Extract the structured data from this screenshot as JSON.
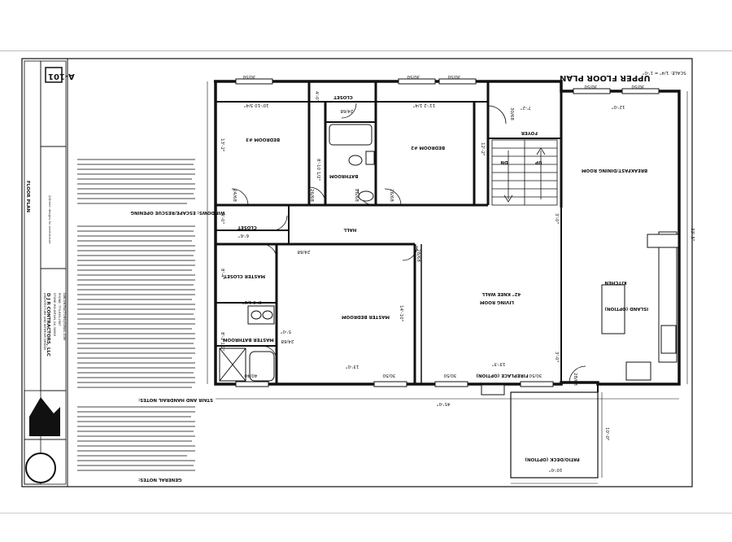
{
  "sheet": {
    "title": "UPPER FLOOR PLAN",
    "scale": "SCALE: 1/4\" = 1'-0\"",
    "sheet_number": "A-101",
    "sheet_subtitle": "FLOOR PLAN"
  },
  "rooms": {
    "bedroom3": "BEDROOM #3",
    "bedroom2": "BEDROOM #2",
    "bathroom": "BATHROOM",
    "closet_top": "CLOSET",
    "closet_mid": "CLOSET",
    "hall": "HALL",
    "foyer": "FOYER",
    "breakfast": "BREAKFAST/DINING ROOM",
    "kitchen": "KITCHEN",
    "island": "ISLAND (OPTION)",
    "master_closet": "MASTER CLOSET",
    "master_bedroom": "MASTER BEDROOM",
    "master_bath": "MASTER BATHROOM",
    "living": "LIVING ROOM",
    "knee_wall": "42\" KNEE WALL",
    "fireplace": "FIREPLACE (OPTION)",
    "patio": "PATIO/DECK (OPTION)",
    "stair_up": "UP",
    "stair_dn": "DN"
  },
  "dimensions": {
    "bed3_w": "10'-10 3/4\"",
    "bed2_w": "11'-2 1/4\"",
    "bed3_h": "13'-2\"",
    "bath_h": "8'-10 1/2\"",
    "bed2_h": "12'-2\"",
    "foyer_w": "7'-2\"",
    "closet_top_h": "4'-0\"",
    "hall_h": "4'-0\"",
    "closet_mid_w": "6'-6\"",
    "mcloset_h": "8'-4\"",
    "mcloset_w": "8'-3 1/2\"",
    "mbath_h": "8'-2 1/2\"",
    "mbath_w": "5'-0\"",
    "mbed_h": "14'-10\"",
    "mbed_w": "13'-0\"",
    "living_w": "13'-3\"",
    "kitchen_w": "12'-0\"",
    "overall_h": "33'-5\"",
    "overall_w": "45'-0\"",
    "patio_w": "10'-0\"",
    "patio_h": "10'-0\"",
    "hall_gap": "3'-0\"",
    "living_gap": "3'-0\""
  },
  "openings": {
    "w_bed3": "30/50",
    "w_bed2a": "30/50",
    "w_bed2b": "30/50",
    "w_kitchen": "30/50",
    "w_kitchen2": "30/50",
    "w_mbath": "40/40",
    "w_mbed": "30/50",
    "w_living1": "30/50",
    "w_living2": "30/50",
    "d_closet": "24/68",
    "d_foyer": "30/68",
    "d_bath": "26/68",
    "d_bed3": "26/68",
    "d_bed2": "26/68",
    "d_hallcloset": "24/68",
    "d_mcloset": "24/68",
    "d_mbed": "28/68",
    "d_mbath": "24/68",
    "d_patio": "28/68"
  },
  "titleblock": {
    "company": "D J R CONTRACTORS, LLC",
    "address": "STONE MOUNTAIN, GA 30088",
    "phone": "PHONE: 770-883-2587",
    "email": "DJRCONTRACTORS@GMAIL.COM",
    "discipline": "ARCHITECTURE AND INTERIOR DESIGN",
    "tagline": "2/Green' designs for architecture",
    "general_notes_header": "GENERAL NOTES:",
    "stair_notes_header": "STAIR AND HANDRAIL NOTES:",
    "window_notes_header": "WINDOWS: ESCAPE/RESCUE OPENING"
  },
  "colors": {
    "line": "#111111",
    "paper": "#ffffff"
  }
}
